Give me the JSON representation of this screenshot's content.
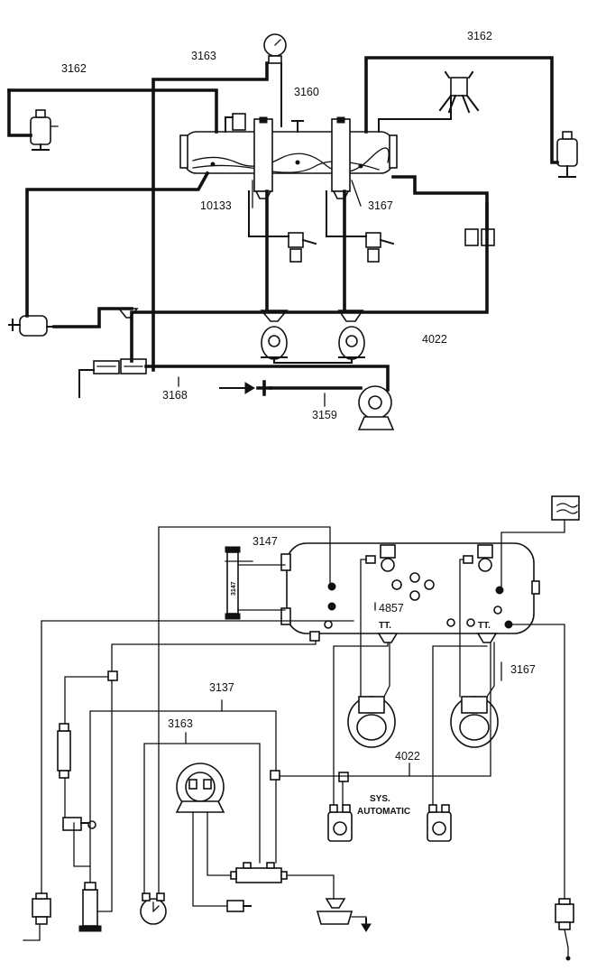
{
  "top_diagram": {
    "labels": {
      "l3162_left": "3162",
      "l3163": "3163",
      "l3160": "3160",
      "l3162_right": "3162",
      "l10133": "10133",
      "l3167": "3167",
      "l4022": "4022",
      "l3168": "3168",
      "l3159": "3159"
    }
  },
  "bottom_diagram": {
    "labels": {
      "l3147": "3147",
      "l4857": "4857",
      "tt_left": "TT.",
      "tt_right": "TT.",
      "l3167": "3167",
      "l3137": "3137",
      "l3163": "3163",
      "l4022": "4022",
      "sys": "SYS.",
      "automatic": "AUTOMATIC",
      "gauge_text": "3147"
    }
  }
}
